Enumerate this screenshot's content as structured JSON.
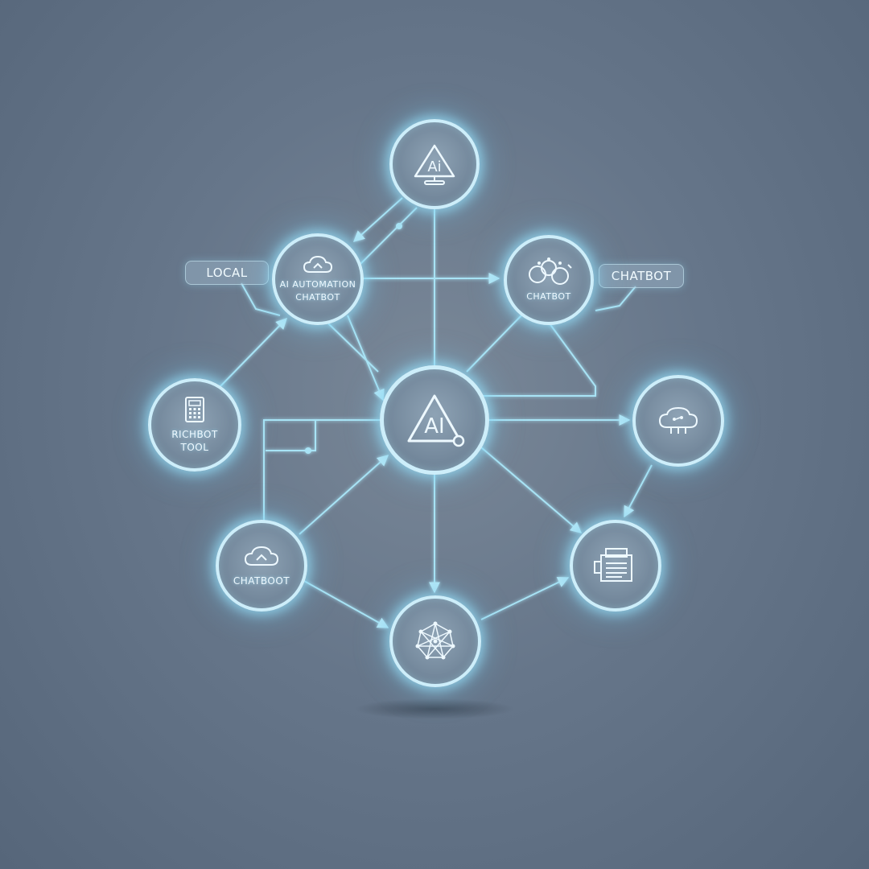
{
  "colors": {
    "background": "#66768a",
    "node_ring": "#cdeefa",
    "connector": "#a8e3f5",
    "glow": "#96dcf5"
  },
  "callouts": {
    "local": "LOCAL",
    "chatbot": "CHATBOT"
  },
  "nodes": {
    "top_ai": {
      "icon": "ai-monitor-icon",
      "text": "Ai"
    },
    "automation": {
      "icon": "cloud-icon",
      "label": "AI AUTOMATION\nCHATBOT"
    },
    "chatbot_right": {
      "icon": "people-bubbles-icon",
      "label": "CHATBOT"
    },
    "center_ai": {
      "icon": "ai-triangle-icon",
      "text": "AI"
    },
    "left_calc": {
      "icon": "calculator-icon",
      "label": "RICHBOT\nTOOL"
    },
    "right_cloud": {
      "icon": "cloud-network-icon"
    },
    "bottom_left_cloud": {
      "icon": "cloud-icon",
      "label": "CHATBOOT"
    },
    "bottom_network": {
      "icon": "network-globe-icon"
    },
    "right_document": {
      "icon": "document-printer-icon"
    }
  }
}
